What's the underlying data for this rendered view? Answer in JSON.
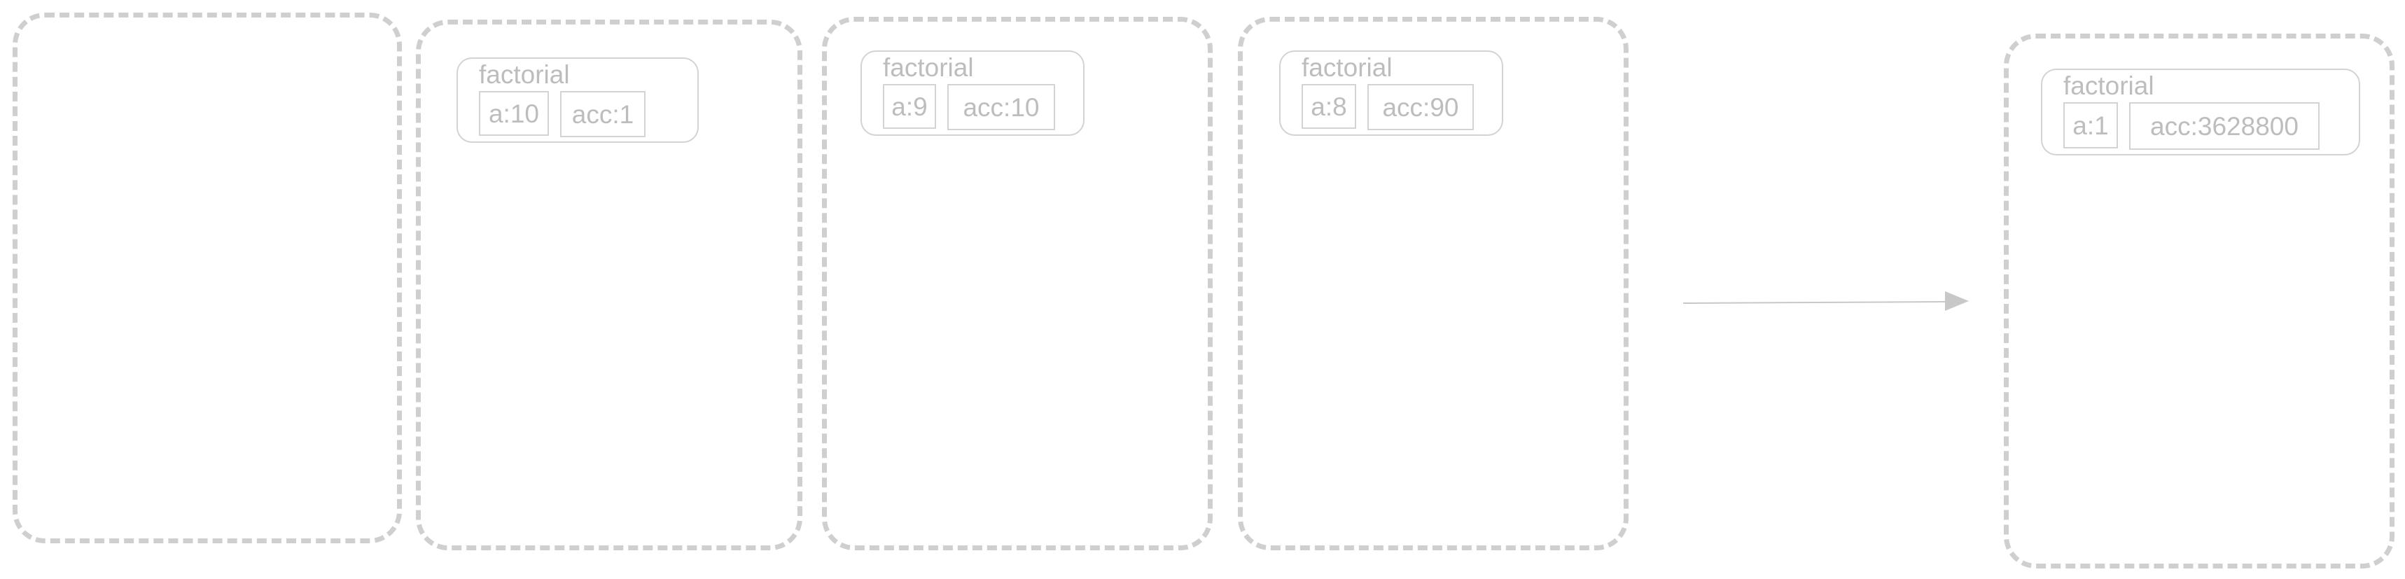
{
  "frames": [
    {
      "empty": true
    },
    {
      "fn": "factorial",
      "a": "a:10",
      "acc": "acc:1"
    },
    {
      "fn": "factorial",
      "a": "a:9",
      "acc": "acc:10"
    },
    {
      "fn": "factorial",
      "a": "a:8",
      "acc": "acc:90"
    },
    {
      "fn": "factorial",
      "a": "a:1",
      "acc": "acc:3628800"
    }
  ],
  "colors": {
    "frame_border": "#cfcfcf",
    "box_border": "#d3d3d3",
    "text": "#bdbdbd",
    "arrow": "#c8c8c8"
  }
}
